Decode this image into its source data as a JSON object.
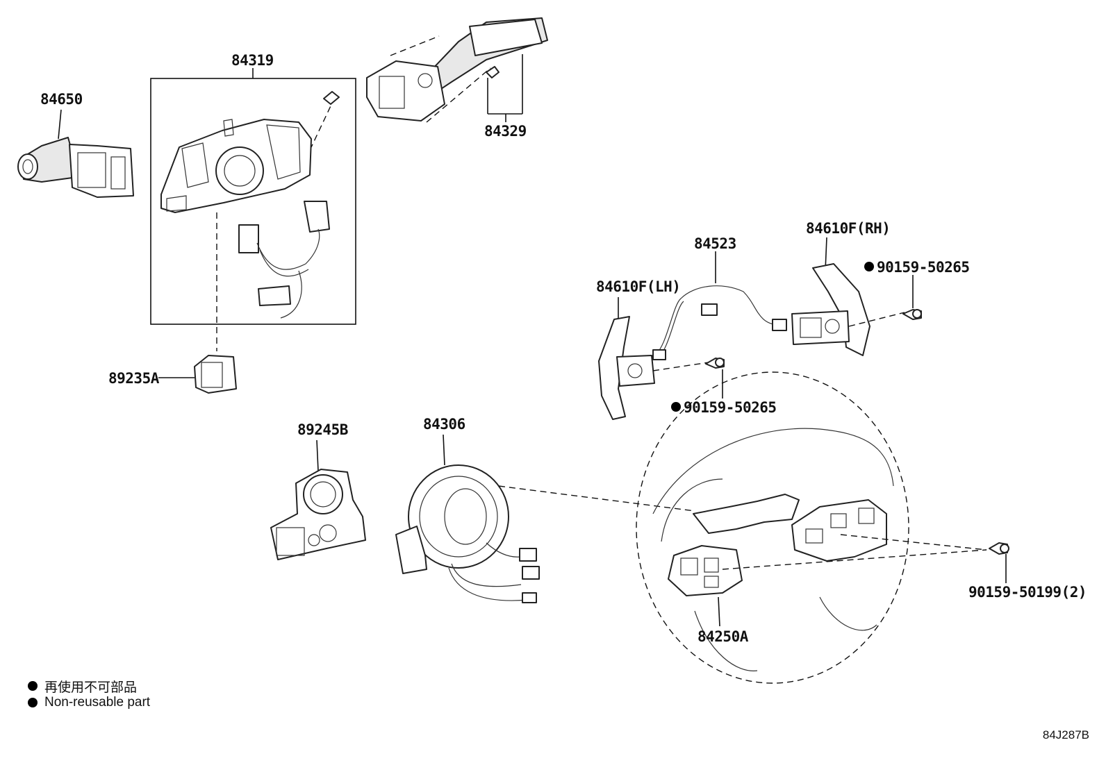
{
  "labels": {
    "p84650": "84650",
    "p84319": "84319",
    "p84329": "84329",
    "p89235A": "89235A",
    "p84523": "84523",
    "p84610F_RH": "84610F(RH)",
    "p84610F_LH": "84610F(LH)",
    "p90159_50265_rh": "90159-50265",
    "p90159_50265_lh": "90159-50265",
    "p89245B": "89245B",
    "p84306": "84306",
    "p84250A": "84250A",
    "p90159_50199": "90159-50199(2)"
  },
  "legend": {
    "jp": "再使用不可部品",
    "en": "Non-reusable part"
  },
  "figure_id": "84J287B"
}
